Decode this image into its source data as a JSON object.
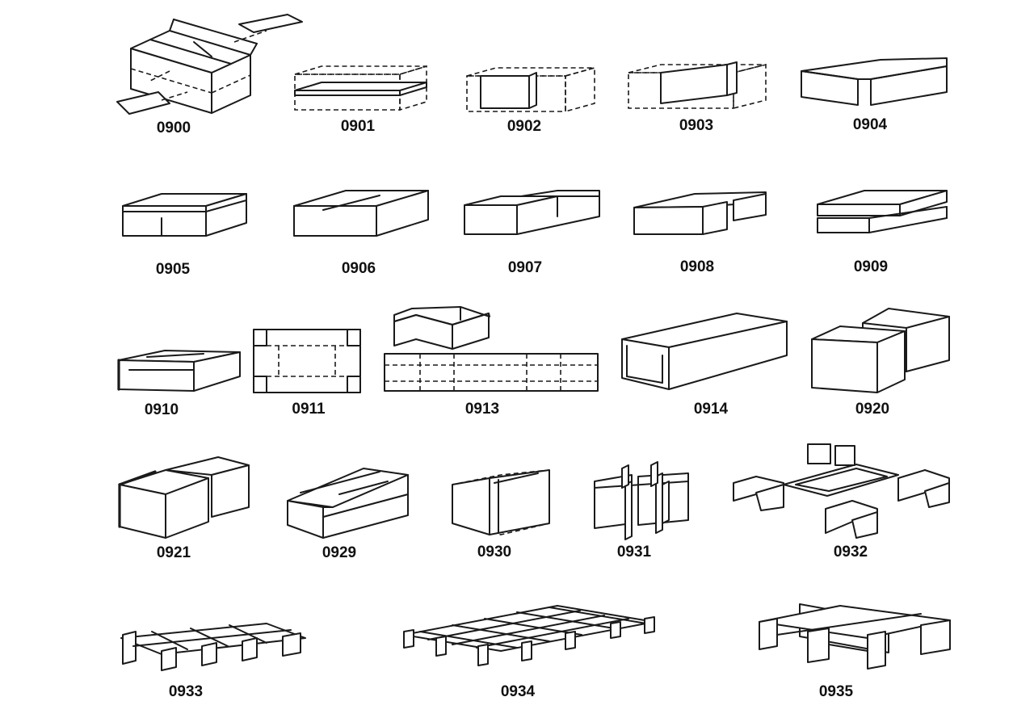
{
  "codes": [
    "0900",
    "0901",
    "0902",
    "0903",
    "0904",
    "0905",
    "0906",
    "0907",
    "0908",
    "0909",
    "0910",
    "0911",
    "0913",
    "0914",
    "0920",
    "0921",
    "0929",
    "0930",
    "0931",
    "0932",
    "0933",
    "0934",
    "0935"
  ]
}
